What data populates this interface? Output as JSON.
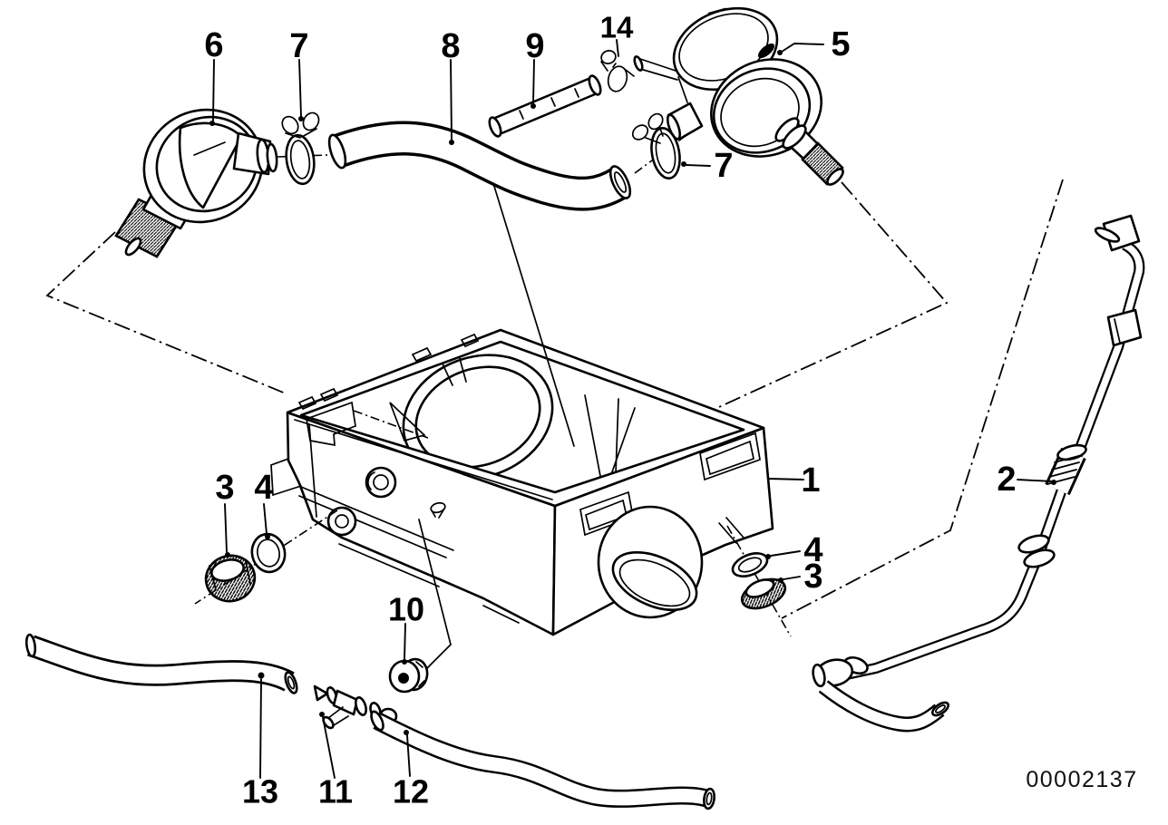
{
  "diagram": {
    "doc_number": "00002137",
    "background_color": "#ffffff",
    "line_color": "#000000",
    "callouts": [
      {
        "label": "6"
      },
      {
        "label": "7"
      },
      {
        "label": "8"
      },
      {
        "label": "9"
      },
      {
        "label": "14"
      },
      {
        "label": "5"
      },
      {
        "label": "7"
      },
      {
        "label": "1"
      },
      {
        "label": "2"
      },
      {
        "label": "3"
      },
      {
        "label": "4"
      },
      {
        "label": "4"
      },
      {
        "label": "3"
      },
      {
        "label": "10"
      },
      {
        "label": "13"
      },
      {
        "label": "11"
      },
      {
        "label": "12"
      }
    ]
  }
}
